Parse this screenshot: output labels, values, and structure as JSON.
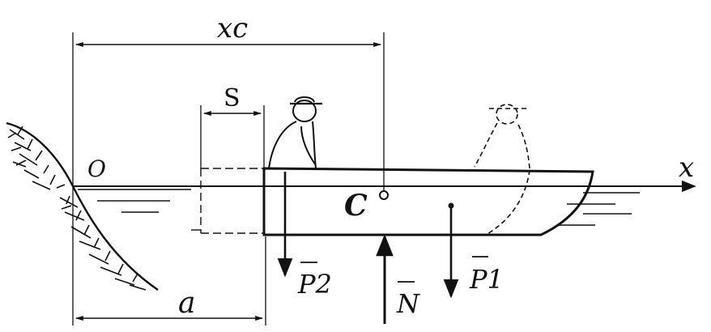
{
  "labels": {
    "xc": "xc",
    "s": "S",
    "o": "O",
    "x_axis": "x",
    "c": "C",
    "p2": "P2",
    "n": "N",
    "p1": "P1",
    "a": "a"
  },
  "colors": {
    "ink": "#111111",
    "background": "#ffffff"
  }
}
